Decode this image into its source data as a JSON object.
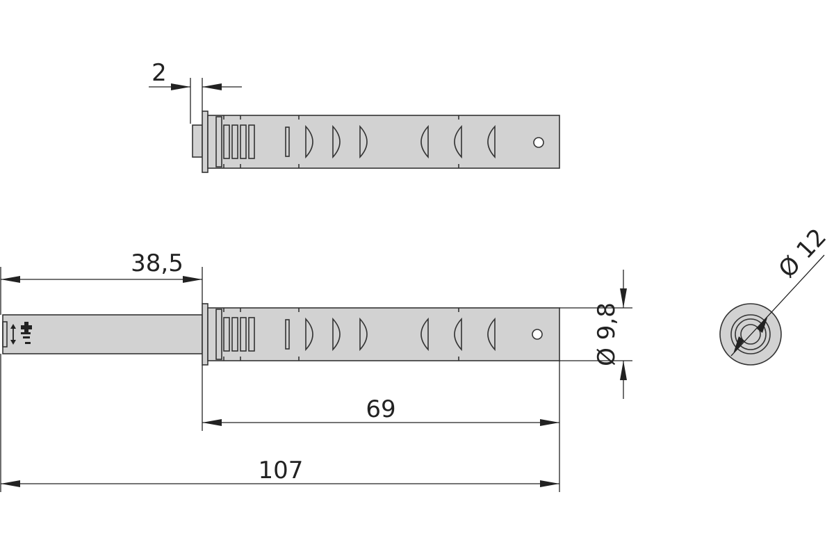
{
  "dimensions": {
    "flange_thickness": "2",
    "extension_length": "38,5",
    "body_diameter": "Ø 9,8",
    "body_length": "69",
    "total_length": "107",
    "end_diameter": "Ø 12"
  },
  "colors": {
    "body": "#d2d2d2",
    "line": "#333333",
    "background": "#ffffff"
  },
  "icons": {
    "adjustment_symbol": "up-down-plus-minus-icon"
  }
}
